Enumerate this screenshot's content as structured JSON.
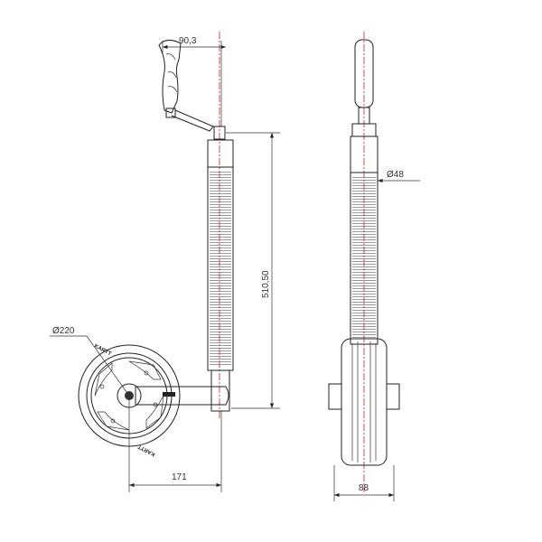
{
  "dimensions": {
    "handle_offset": "90,3",
    "height": "510,50",
    "tube_diameter": "Ø48",
    "wheel_diameter": "Ø220",
    "wheel_offset": "171",
    "wheel_width": "88"
  },
  "brand": "KARTT",
  "colors": {
    "line": "#222222",
    "axis": "#c0202a"
  }
}
